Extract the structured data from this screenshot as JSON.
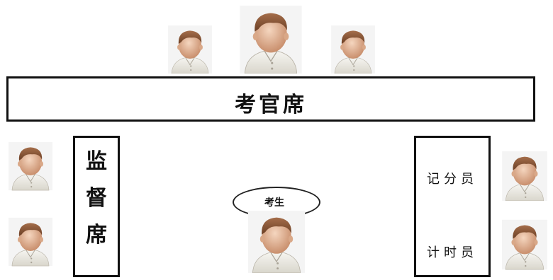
{
  "examiner_table": {
    "label": "考官席"
  },
  "supervisor_table": {
    "label_lines": [
      "监",
      "督",
      "席"
    ]
  },
  "recorder_table": {
    "scorer_label": "记分员",
    "timer_label": "计时员"
  },
  "candidate": {
    "label": "考生"
  },
  "colors": {
    "skin": "#e9c2a4",
    "hair": "#8a5a3a",
    "shirt": "#f0efe9",
    "border": "#111111"
  }
}
